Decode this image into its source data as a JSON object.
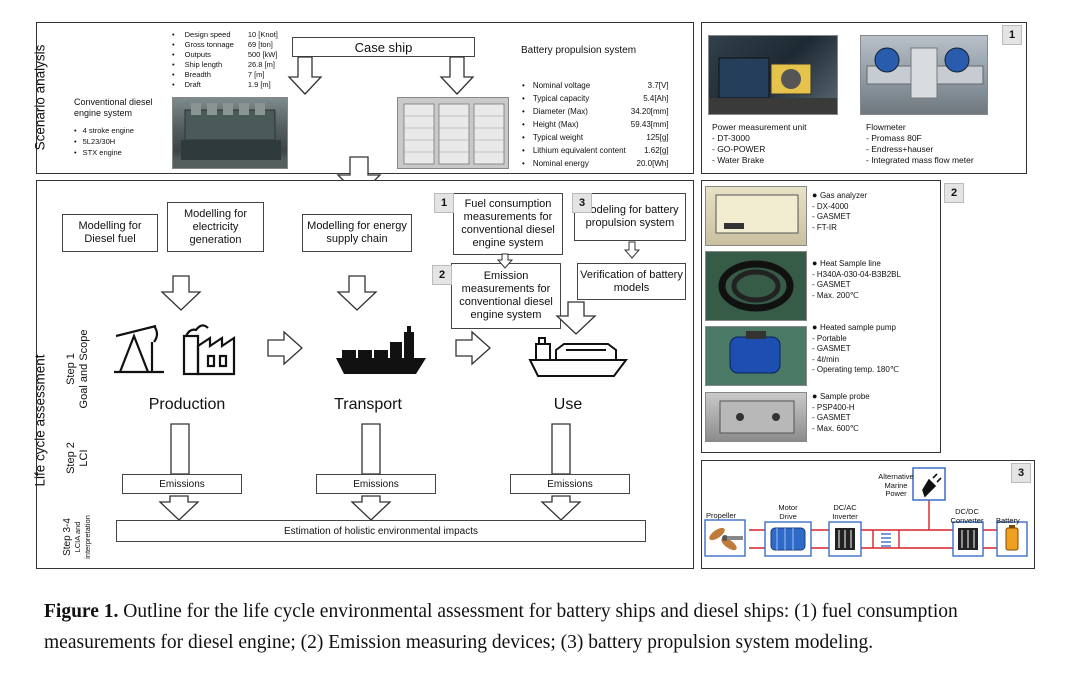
{
  "scenario": {
    "side_label": "Scenario analysis",
    "case_ship_label": "Case ship",
    "specs": [
      {
        "label": "Design speed",
        "value": "10 [Knot]"
      },
      {
        "label": "Gross tonnage",
        "value": "69 [ton]"
      },
      {
        "label": "Outputs",
        "value": "500 [kW]"
      },
      {
        "label": "Ship length",
        "value": "26.8 [m]"
      },
      {
        "label": "Breadth",
        "value": "7 [m]"
      },
      {
        "label": "Draft",
        "value": "1.9 [m]"
      }
    ],
    "diesel_title_1": "Conventional diesel",
    "diesel_title_2": "engine system",
    "diesel_items": [
      "4 stroke engine",
      "5L23/30H",
      "STX engine"
    ],
    "battery_title": "Battery propulsion system",
    "battery_specs": [
      {
        "label": "Nominal voltage",
        "value": "3.7[V]"
      },
      {
        "label": "Typical capacity",
        "value": "5.4[Ah]"
      },
      {
        "label": "Diameter (Max)",
        "value": "34.20[mm]"
      },
      {
        "label": "Height (Max)",
        "value": "59.43[mm]"
      },
      {
        "label": "Typical weight",
        "value": "125[g]"
      },
      {
        "label": "Lithium equivalent content",
        "value": "1.62[g]"
      },
      {
        "label": "Nominal energy",
        "value": "20.0[Wh]"
      }
    ]
  },
  "lca": {
    "side_label": "Life cycle assessment",
    "step1_1": "Step 1",
    "step1_2": "Goal and Scope",
    "step2_1": "Step 2",
    "step2_2": "LCI",
    "step34_1": "Step 3-4",
    "step34_2": "LCIA and",
    "step34_3": "interpretation",
    "model_diesel": "Modelling for Diesel fuel",
    "model_elec": "Modelling for electricity generation",
    "model_energy": "Modelling for energy supply chain",
    "box1": "Fuel consumption measurements for conventional diesel engine system",
    "box2": "Emission measurements for conventional diesel engine system",
    "box3": "Modeling for battery propulsion system",
    "verify": "Verification of battery models",
    "stage_production": "Production",
    "stage_transport": "Transport",
    "stage_use": "Use",
    "emissions": "Emissions",
    "estimation": "Estimation of holistic environmental impacts",
    "num1": "1",
    "num2": "2",
    "num3": "3"
  },
  "panel1": {
    "num": "1",
    "power_title": "Power measurement unit",
    "power_items": [
      "- DT-3000",
      "- GO-POWER",
      "- Water Brake"
    ],
    "flow_title": "Flowmeter",
    "flow_items": [
      "- Promass 80F",
      "- Endress+hauser",
      "- Integrated mass flow meter"
    ]
  },
  "panel2": {
    "num": "2",
    "devices": [
      {
        "title": "Gas analyzer",
        "items": [
          "- DX-4000",
          "- GASMET",
          "- FT-IR"
        ]
      },
      {
        "title": "Heat Sample line",
        "items": [
          "- H340A-030-04-B3B2BL",
          "- GASMET",
          "- Max. 200℃"
        ]
      },
      {
        "title": "Heated sample pump",
        "items": [
          "- Portable",
          "- GASMET",
          "- 4ℓ/min",
          "- Operating temp. 180℃"
        ]
      },
      {
        "title": "Sample probe",
        "items": [
          "- PSP400-H",
          "- GASMET",
          "- Max. 600℃"
        ]
      }
    ]
  },
  "panel3": {
    "num": "3",
    "alt_power_1": "Alternative",
    "alt_power_2": "Marine",
    "alt_power_3": "Power",
    "propeller": "Propeller",
    "motor_1": "Motor",
    "motor_2": "Drive",
    "inverter_1": "DC/AC",
    "inverter_2": "Inverter",
    "converter_1": "DC/DC",
    "converter_2": "Converter",
    "battery": "Battery"
  },
  "caption": {
    "label": "Figure 1.",
    "text": " Outline for the life cycle environmental assessment for battery ships and diesel ships: (1) fuel consumption measurements for diesel engine; (2) Emission measuring devices; (3) battery propulsion system modeling."
  }
}
